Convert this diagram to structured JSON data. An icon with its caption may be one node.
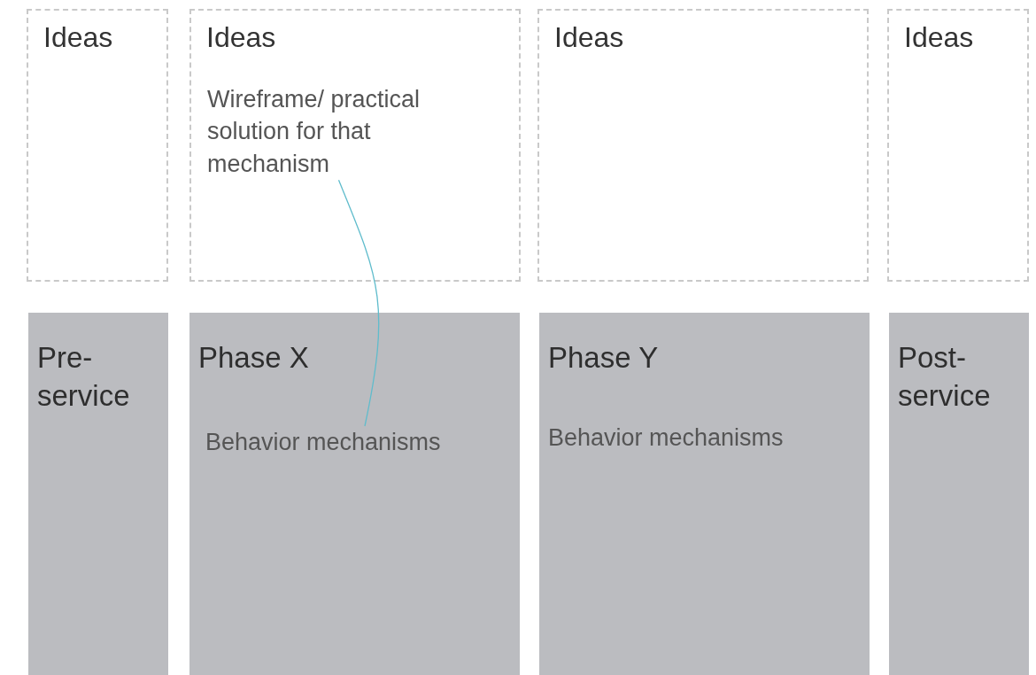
{
  "diagram": {
    "nodes": [
      {
        "text": [
          "Ideas"
        ]
      },
      {
        "text": [
          "Ideas"
        ]
      },
      {
        "text": [
          "Wireframe/ practical solution for that mechanism"
        ],
        "in": 1
      },
      {
        "text": [
          "Ideas"
        ]
      },
      {
        "text": [
          "Ideas"
        ]
      },
      {
        "text": [
          "Pre-service"
        ]
      },
      {
        "text": [
          "Phase X"
        ]
      },
      {
        "text": [
          "Behavior mechanisms"
        ],
        "in": 6
      },
      {
        "text": [
          "Phase Y",
          "Behavior mechanisms"
        ]
      },
      {
        "text": [
          "Post-service"
        ]
      }
    ],
    "edges": [
      {
        "from": 2,
        "to": 7,
        "arrow": "none",
        "color": "#5fbccc"
      }
    ]
  }
}
